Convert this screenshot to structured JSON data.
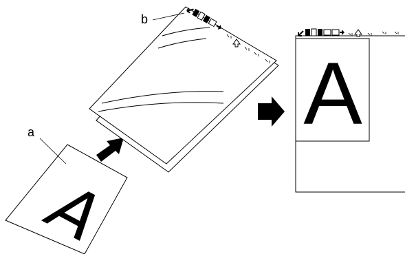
{
  "labels": {
    "a": "a",
    "b": "b"
  },
  "document_letter": "A",
  "icons": {
    "carrier_header": [
      "arrow-icon",
      "doc-icon",
      "doc-icon",
      "multi-page-icon",
      "hand-icon"
    ],
    "result_header": [
      "arrow-icon",
      "doc-icon",
      "doc-icon",
      "multi-page-icon",
      "hand-icon",
      "up-arrow-icon"
    ]
  },
  "colors": {
    "ink": "#000000",
    "paper": "#ffffff"
  }
}
